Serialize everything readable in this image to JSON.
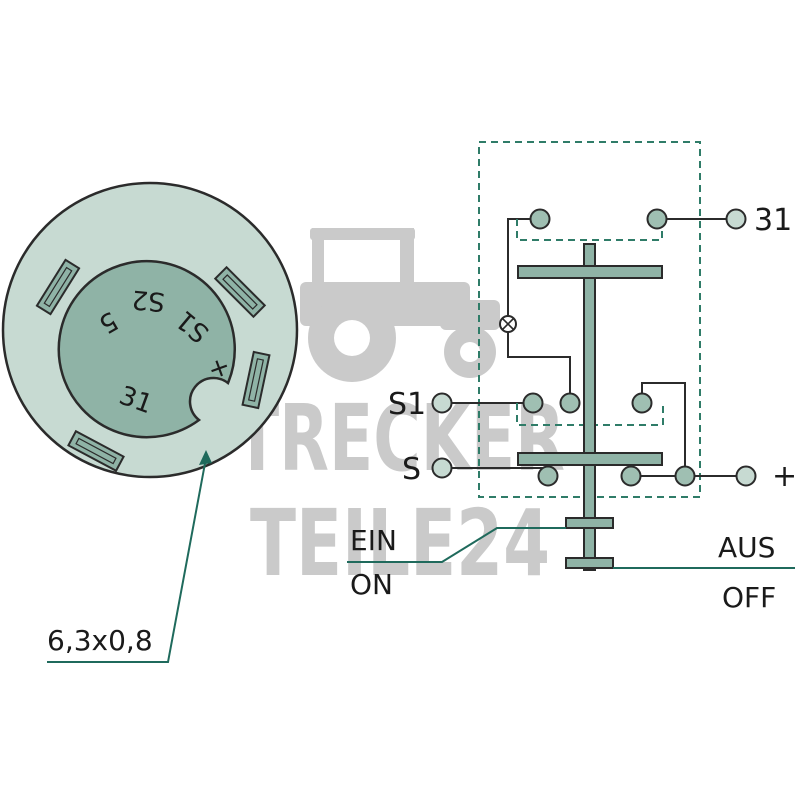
{
  "colors": {
    "outer_ring": "#c7dad2",
    "inner_face": "#8fb3a6",
    "terminal": "#8fb3a6",
    "contact": "#9fbfb2",
    "line": "#2b2b2b",
    "leader": "#1f6a5c",
    "dashed": "#2f7c68",
    "watermark": "#c8c8c8"
  },
  "watermark": {
    "line1": "TRECKER",
    "line2": "TEILE24",
    "icon": "tractor-icon"
  },
  "face_labels": {
    "terminal_5": "5",
    "terminal_s2": "S2",
    "terminal_s1": "S1",
    "terminal_plus": "+",
    "terminal_31": "31"
  },
  "tab_size_label": "6,3x0,8",
  "schematic": {
    "label_31": "31",
    "label_s1": "S1",
    "label_s": "S",
    "label_plus": "+",
    "ein": "EIN",
    "on": "ON",
    "aus": "AUS",
    "off": "OFF"
  }
}
